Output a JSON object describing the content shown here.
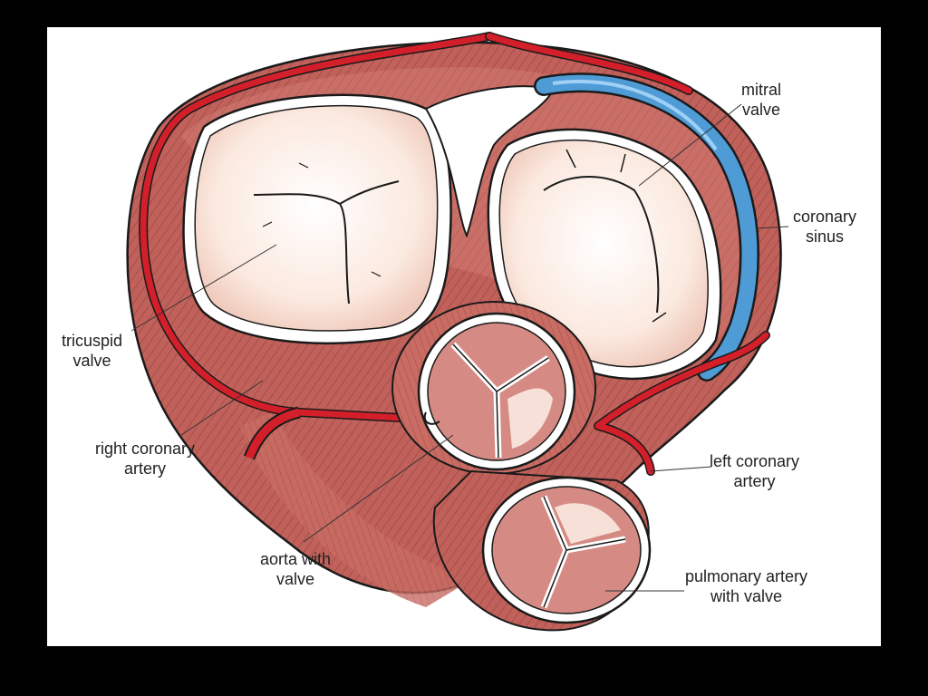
{
  "labels": {
    "mitral": [
      "mitral",
      "valve"
    ],
    "coronary_sinus": [
      "coronary",
      "sinus"
    ],
    "tricuspid": [
      "tricuspid",
      "valve"
    ],
    "right_coronary": [
      "right coronary",
      "artery"
    ],
    "left_coronary": [
      "left coronary",
      "artery"
    ],
    "aorta": [
      "aorta with",
      "valve"
    ],
    "pulmonary": [
      "pulmonary artery",
      "with valve"
    ]
  },
  "colors": {
    "muscle": "#b6544f",
    "muscle_light": "#d98a82",
    "artery": "#d21f2a",
    "vein": "#4e9bd6",
    "valve_fill": "#fbeee6",
    "ring": "#ffffff",
    "outline": "#1a1a1a"
  }
}
